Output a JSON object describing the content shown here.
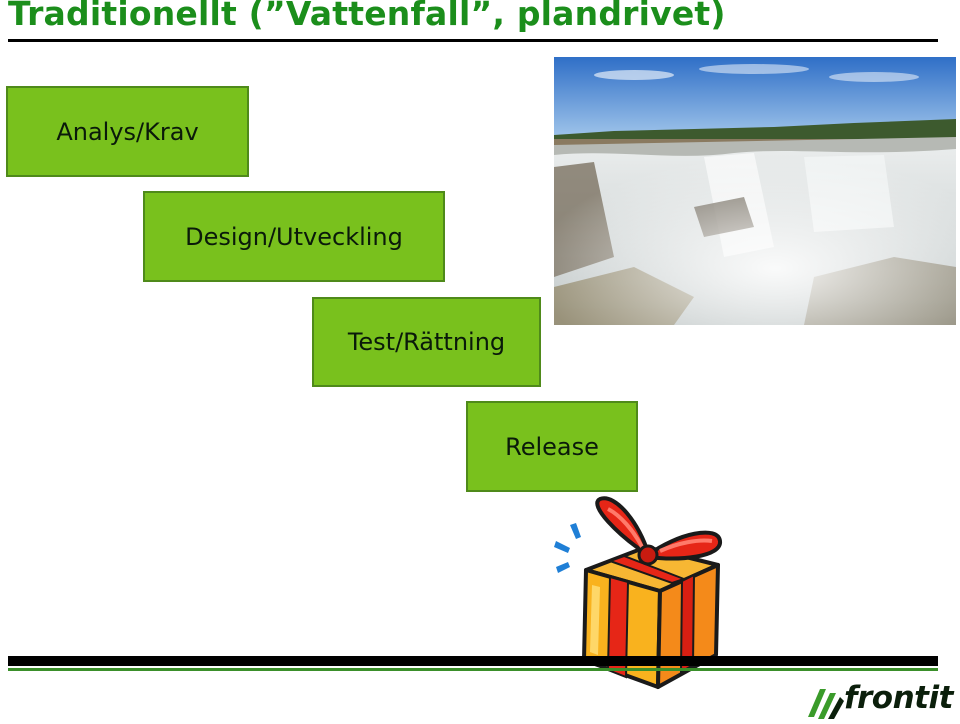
{
  "title": "Traditionellt (”Vattenfall”, plandrivet)",
  "steps": [
    "Analys/Krav",
    "Design/Utveckling",
    "Test/Rättning",
    "Release"
  ],
  "photo": {
    "subject": "waterfall"
  },
  "gift_icon": "gift-box-icon",
  "logo": {
    "text": "frontit",
    "icon": "frontit-logo-icon"
  },
  "colors": {
    "title": "#1b8e1b",
    "step_fill": "#79c11d",
    "step_border": "#4f8a1a",
    "rule": "#000000"
  }
}
